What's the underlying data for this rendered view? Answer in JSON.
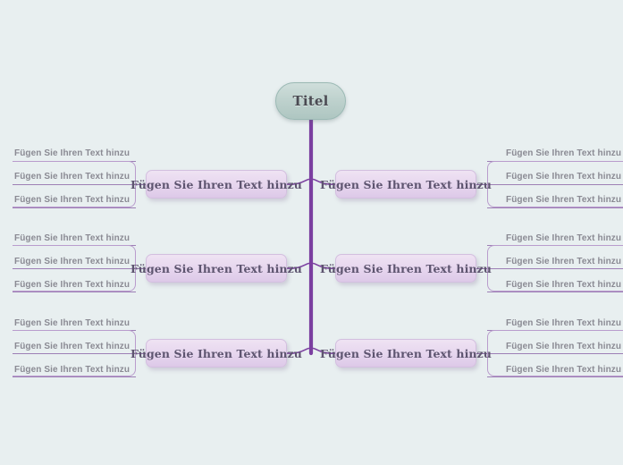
{
  "diagram": {
    "type": "mind-map",
    "language": "de",
    "background_color": "#e8eff0",
    "trunk_color": "#7b3fa0",
    "connector_color": "#9d7fb5",
    "center": {
      "label": "Titel",
      "shape": "rounded-pill",
      "fill_top": "#cfdedb",
      "fill_bottom": "#aec6c1",
      "text_color": "#4a4a52"
    },
    "branch_fill_top": "#efe3f3",
    "branch_fill_bottom": "#ddc9e8",
    "branch_text_color": "#5e5570",
    "leaf_text_color": "#8a8a93",
    "branches": [
      {
        "side": "left",
        "row": 1,
        "label": "Fügen Sie Ihren Text hinzu",
        "leaves": [
          "Fügen Sie Ihren Text hinzu",
          "Fügen Sie Ihren Text hinzu",
          "Fügen Sie Ihren Text hinzu"
        ]
      },
      {
        "side": "left",
        "row": 2,
        "label": "Fügen Sie Ihren Text hinzu",
        "leaves": [
          "Fügen Sie Ihren Text hinzu",
          "Fügen Sie Ihren Text hinzu",
          "Fügen Sie Ihren Text hinzu"
        ]
      },
      {
        "side": "left",
        "row": 3,
        "label": "Fügen Sie Ihren Text hinzu",
        "leaves": [
          "Fügen Sie Ihren Text hinzu",
          "Fügen Sie Ihren Text hinzu",
          "Fügen Sie Ihren Text hinzu"
        ]
      },
      {
        "side": "right",
        "row": 1,
        "label": "Fügen Sie Ihren Text hinzu",
        "leaves": [
          "Fügen Sie Ihren Text hinzu",
          "Fügen Sie Ihren Text hinzu",
          "Fügen Sie Ihren Text hinzu"
        ]
      },
      {
        "side": "right",
        "row": 2,
        "label": "Fügen Sie Ihren Text hinzu",
        "leaves": [
          "Fügen Sie Ihren Text hinzu",
          "Fügen Sie Ihren Text hinzu",
          "Fügen Sie Ihren Text hinzu"
        ]
      },
      {
        "side": "right",
        "row": 3,
        "label": "Fügen Sie Ihren Text hinzu",
        "leaves": [
          "Fügen Sie Ihren Text hinzu",
          "Fügen Sie Ihren Text hinzu",
          "Fügen Sie Ihren Text hinzu"
        ]
      }
    ]
  }
}
